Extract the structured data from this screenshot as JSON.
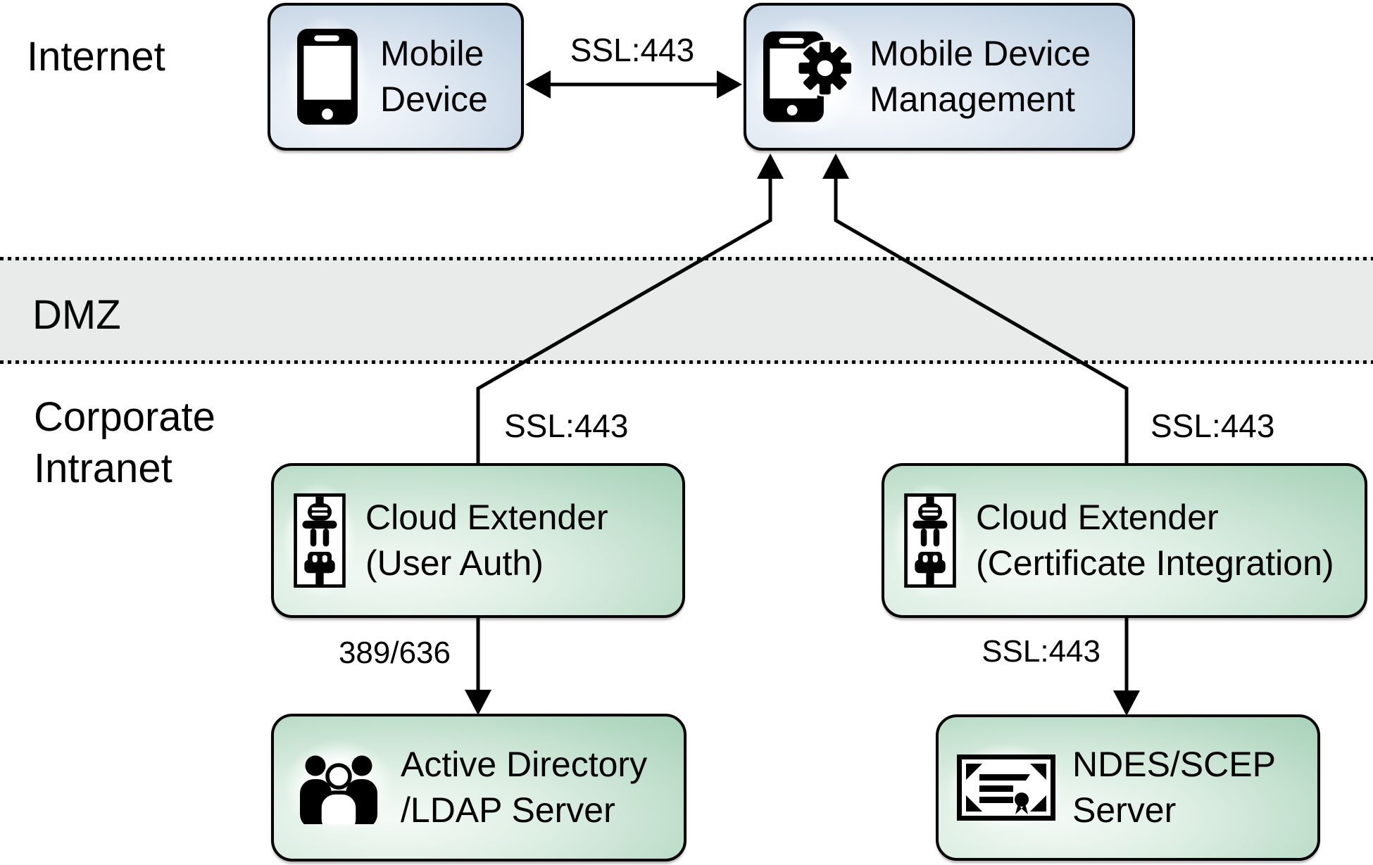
{
  "zones": {
    "internet": {
      "label": "Internet"
    },
    "dmz": {
      "label": "DMZ"
    },
    "corporate_intranet": {
      "line1": "Corporate",
      "line2": "Intranet"
    }
  },
  "nodes": {
    "mobile_device": {
      "line1": "Mobile",
      "line2": "Device",
      "icon": "smartphone-icon",
      "color": "blue"
    },
    "mdm": {
      "line1": "Mobile Device",
      "line2": "Management",
      "icon": "smartphone-gear-icon",
      "color": "blue"
    },
    "ce_user_auth": {
      "line1": "Cloud Extender",
      "line2": "(User Auth)",
      "icon": "plug-connector-icon",
      "color": "green"
    },
    "ce_cert": {
      "line1": "Cloud Extender",
      "line2": "(Certificate Integration)",
      "icon": "plug-connector-icon",
      "color": "green"
    },
    "ad_ldap": {
      "line1": "Active Directory",
      "line2": "/LDAP Server",
      "icon": "user-group-icon",
      "color": "green"
    },
    "ndes_scep": {
      "line1": "NDES/SCEP",
      "line2": "Server",
      "icon": "certificate-icon",
      "color": "green"
    }
  },
  "edges": {
    "device_to_mdm": {
      "label": "SSL:443",
      "type": "bidirectional"
    },
    "ce_user_auth_to_mdm": {
      "label": "SSL:443",
      "type": "arrow-up"
    },
    "ce_cert_to_mdm": {
      "label": "SSL:443",
      "type": "arrow-up"
    },
    "ce_user_auth_to_ad": {
      "label": "389/636",
      "type": "arrow-down"
    },
    "ce_cert_to_ndes": {
      "label": "SSL:443",
      "type": "arrow-down"
    }
  },
  "colors": {
    "blue_node_edge": "#a8c0d6",
    "blue_node_highlight": "#f6f9fc",
    "green_node_edge": "#8cc6a6",
    "green_node_highlight": "#f4faf6",
    "dmz_band": "#e9ebea",
    "line": "#000000",
    "text": "#000000"
  }
}
